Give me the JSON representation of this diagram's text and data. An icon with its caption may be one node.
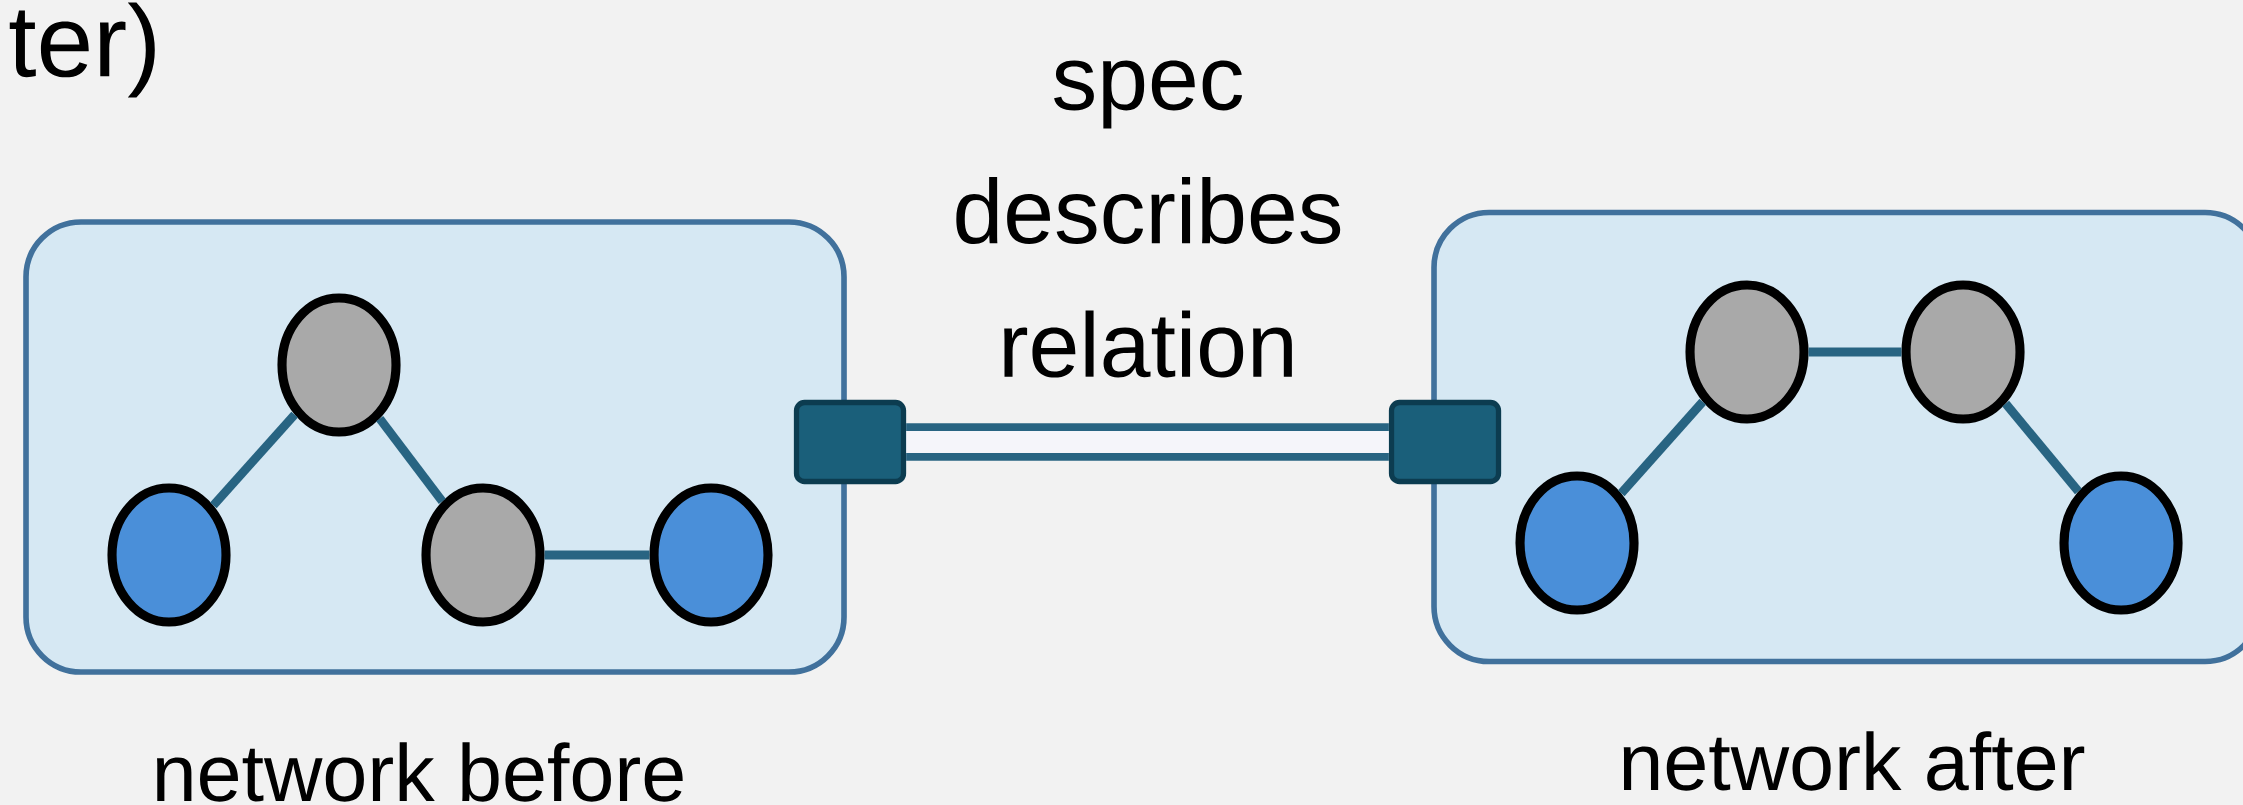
{
  "diagram": {
    "nodes": [
      {
        "text": [],
        "shape": "box",
        "beside": [
          "network before"
        ]
      },
      {
        "text": [],
        "shape": "circle",
        "in": 0
      },
      {
        "text": [],
        "shape": "circle",
        "in": 0
      },
      {
        "text": [],
        "shape": "circle",
        "in": 0
      },
      {
        "text": [],
        "shape": "circle",
        "in": 0
      },
      {
        "text": [],
        "shape": "box"
      },
      {
        "text": [],
        "shape": "box",
        "beside": [
          "network after"
        ]
      },
      {
        "text": [],
        "shape": "circle",
        "in": 6
      },
      {
        "text": [],
        "shape": "circle",
        "in": 6
      },
      {
        "text": [],
        "shape": "circle",
        "in": 6
      },
      {
        "text": [],
        "shape": "circle",
        "in": 6
      },
      {
        "text": [],
        "shape": "box"
      }
    ],
    "edges": [
      {
        "from": 1,
        "to": 2,
        "arrow": "none"
      },
      {
        "from": 1,
        "to": 3,
        "arrow": "none"
      },
      {
        "from": 3,
        "to": 4,
        "arrow": "none"
      },
      {
        "from": 5,
        "to": 11,
        "arrow": "none",
        "label": "spec describes relation",
        "style": "thick"
      },
      {
        "from": 7,
        "to": 8,
        "arrow": "none"
      },
      {
        "from": 8,
        "to": 9,
        "arrow": "none"
      },
      {
        "from": 9,
        "to": 10,
        "arrow": "none"
      }
    ],
    "labels": [
      "ter)"
    ]
  }
}
